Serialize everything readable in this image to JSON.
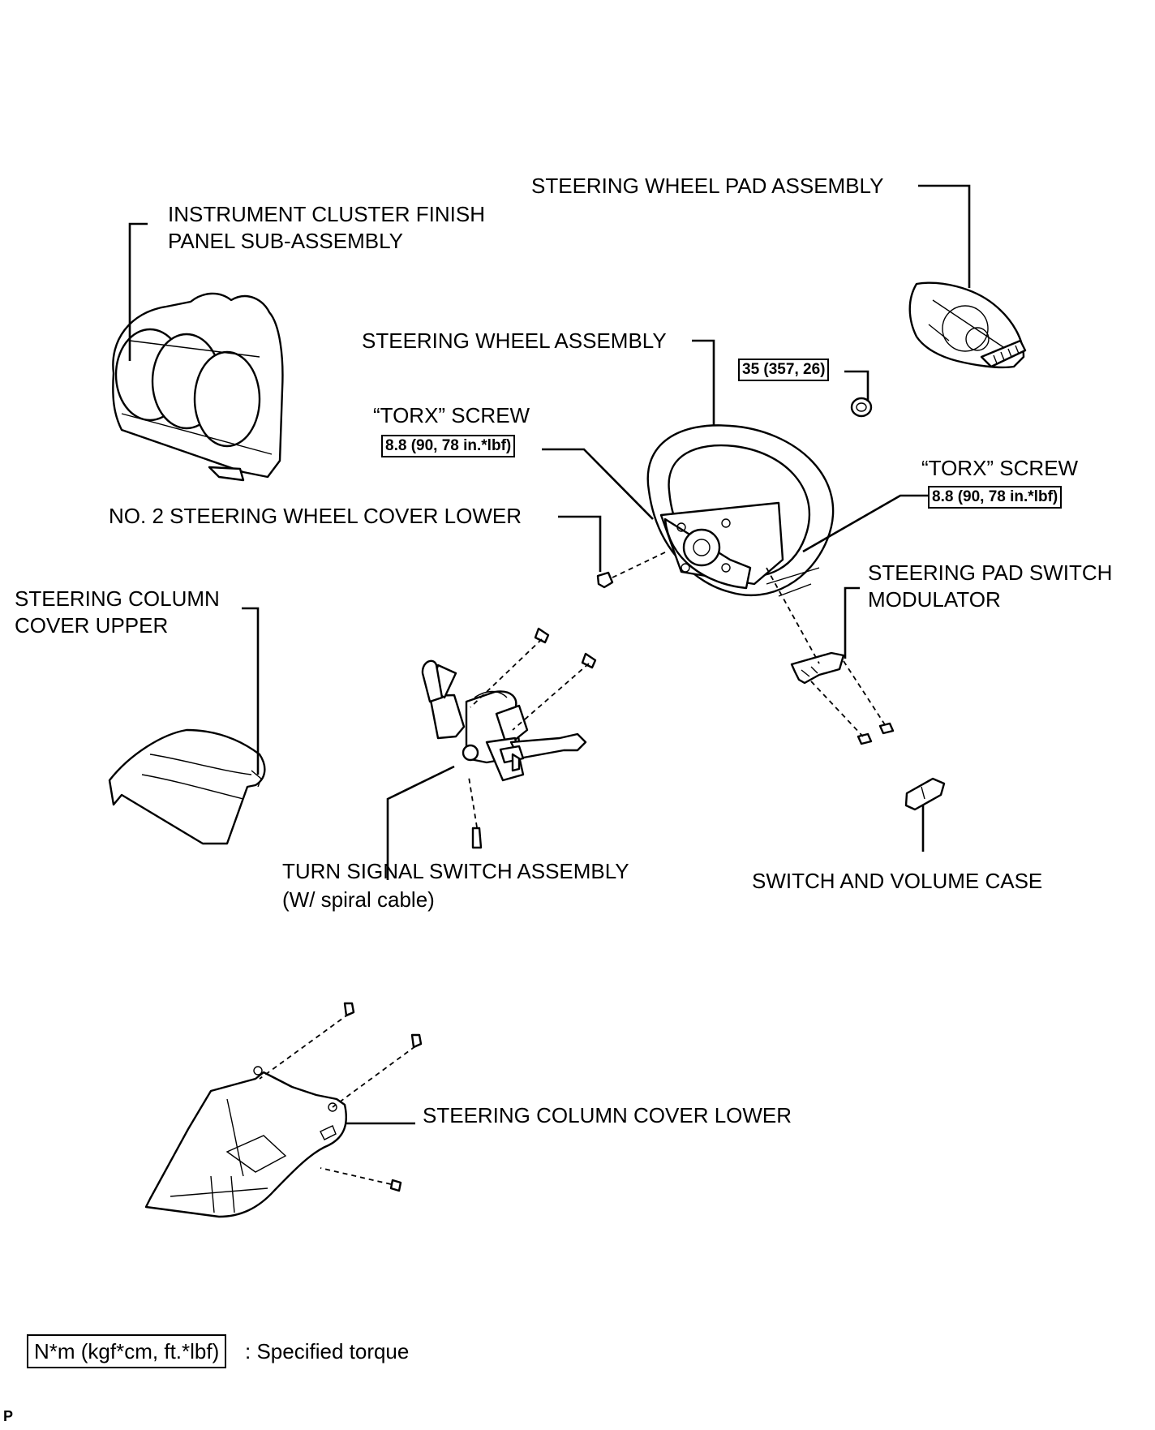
{
  "labels": {
    "steering_wheel_pad": "STEERING WHEEL PAD ASSEMBLY",
    "instrument_cluster_line1": "INSTRUMENT CLUSTER FINISH",
    "instrument_cluster_line2": "PANEL SUB-ASSEMBLY",
    "steering_wheel": "STEERING WHEEL ASSEMBLY",
    "torx_screw_left": "“TORX” SCREW",
    "torx_screw_right": "“TORX” SCREW",
    "no2_cover_lower": "NO. 2 STEERING WHEEL COVER LOWER",
    "column_cover_upper_line1": "STEERING COLUMN",
    "column_cover_upper_line2": "COVER UPPER",
    "pad_switch_line1": "STEERING PAD SWITCH",
    "pad_switch_line2": "MODULATOR",
    "turn_signal_line1": "TURN SIGNAL SWITCH ASSEMBLY",
    "turn_signal_line2": "(W/ spiral cable)",
    "switch_volume_case": "SWITCH AND VOLUME CASE",
    "column_cover_lower": "STEERING COLUMN COVER LOWER"
  },
  "torques": {
    "nut": "35 (357, 26)",
    "torx_left": "8.8 (90, 78 in.*lbf)",
    "torx_right": "8.8 (90, 78 in.*lbf)"
  },
  "legend": {
    "box": "N*m (kgf*cm, ft.*lbf)",
    "text": ": Specified torque"
  },
  "corner_mark": "P"
}
